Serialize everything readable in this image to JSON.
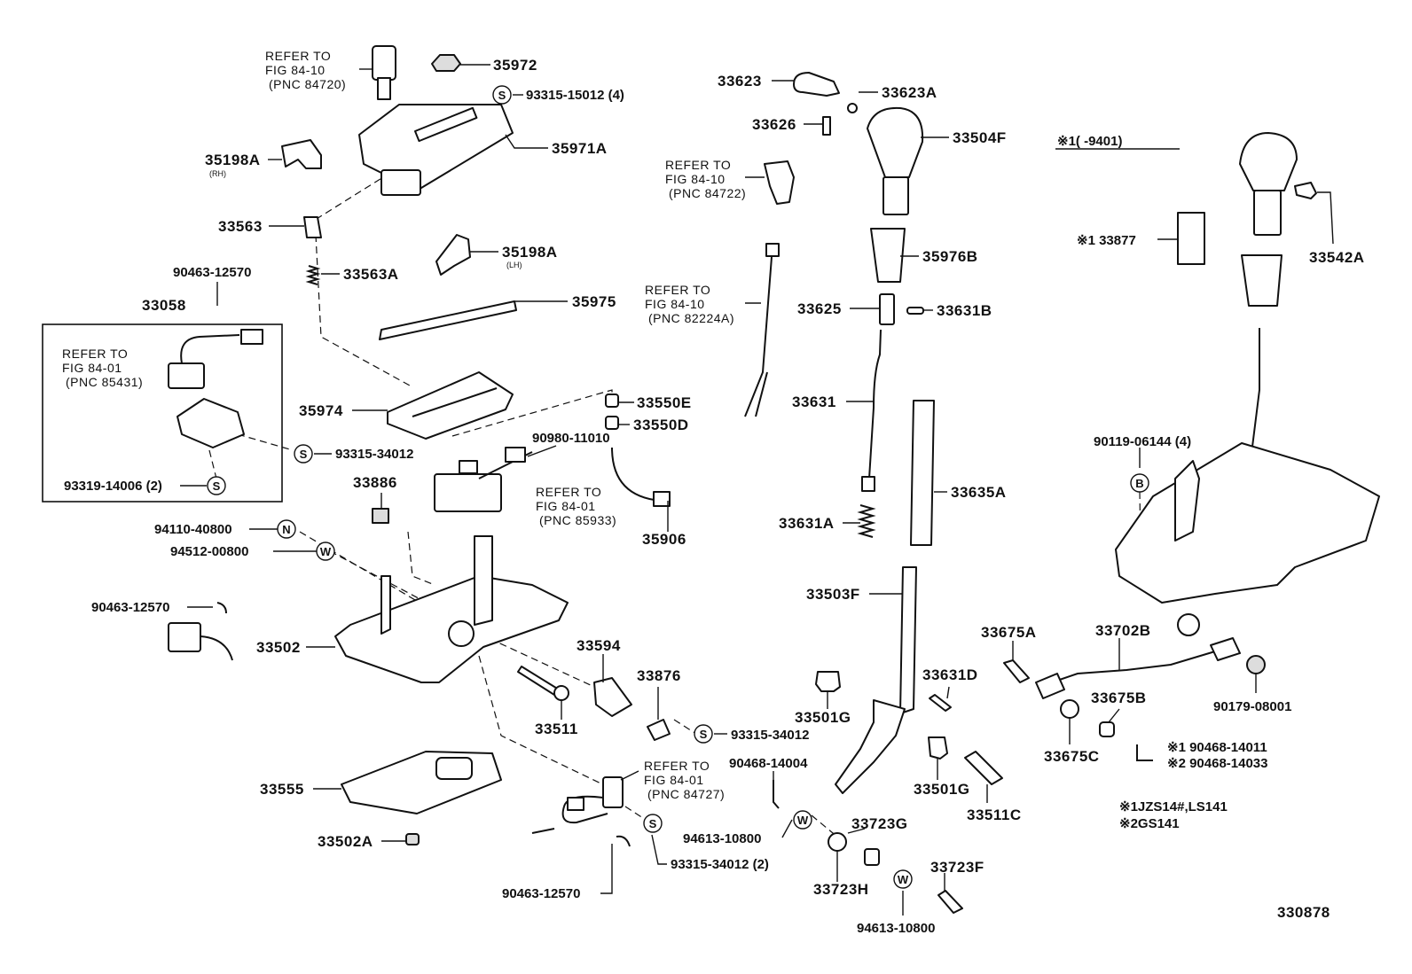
{
  "diagram": {
    "figure_number": "330878",
    "variant_header": "※1(      -9401)",
    "notes": [
      "※1JZS14#,LS141",
      "※2GS141"
    ],
    "refs": {
      "r1": [
        "REFER TO",
        "FIG 84-10",
        "(PNC 84720)"
      ],
      "r2": [
        "REFER TO",
        "FIG 84-10",
        "(PNC 84722)"
      ],
      "r3": [
        "REFER TO",
        "FIG 84-10",
        "(PNC 82224A)"
      ],
      "r4": [
        "REFER TO",
        "FIG 84-01",
        "(PNC 85431)"
      ],
      "r5": [
        "REFER TO",
        "FIG 84-01",
        "(PNC 85933)"
      ],
      "r6": [
        "REFER TO",
        "FIG 84-01",
        "(PNC 84727)"
      ]
    },
    "labels": {
      "p35972": "35972",
      "p93315_15012": "93315-15012 (4)",
      "p35971A": "35971A",
      "p35198A_rh": "35198A",
      "rh": "(RH)",
      "p33563": "33563",
      "p35198A_lh": "35198A",
      "lh": "(LH)",
      "p90463_12570_a": "90463-12570",
      "p33563A": "33563A",
      "p33058": "33058",
      "p35975": "35975",
      "p35974": "35974",
      "p33550E": "33550E",
      "p33550D": "33550D",
      "p90980_11010": "90980-11010",
      "p93315_34012_a": "93315-34012",
      "p93319_14006": "93319-14006 (2)",
      "p33886": "33886",
      "p35906": "35906",
      "p94110_40800": "94110-40800",
      "p94512_00800": "94512-00800",
      "p90463_12570_b": "90463-12570",
      "p33502": "33502",
      "p33594": "33594",
      "p33876": "33876",
      "p33511": "33511",
      "p93315_34012_b": "93315-34012",
      "p33555": "33555",
      "p33502A": "33502A",
      "p93315_34012_c": "93315-34012 (2)",
      "p90463_12570_c": "90463-12570",
      "p33623": "33623",
      "p33623A": "33623A",
      "p33626": "33626",
      "p33504F": "33504F",
      "p35976B": "35976B",
      "p33625": "33625",
      "p33631B": "33631B",
      "p33631": "33631",
      "p33631A": "33631A",
      "p33635A": "33635A",
      "p33503F": "33503F",
      "p33501G_a": "33501G",
      "p33631D": "33631D",
      "p33501G_b": "33501G",
      "p33511C": "33511C",
      "p90468_14004": "90468-14004",
      "p94613_10800_a": "94613-10800",
      "p33723G": "33723G",
      "p33723H": "33723H",
      "p33723F": "33723F",
      "p94613_10800_b": "94613-10800",
      "p33877": "※1 33877",
      "p33542A": "33542A",
      "p90119_06144": "90119-06144 (4)",
      "p33675A": "33675A",
      "p33702B": "33702B",
      "p90179_08001": "90179-08001",
      "p33675B": "33675B",
      "p33675C": "33675C",
      "p90468_14011": "※1 90468-14011",
      "p90468_14033": "※2 90468-14033"
    },
    "symbols": {
      "s": "S",
      "n": "N",
      "w": "W",
      "b": "B"
    }
  }
}
